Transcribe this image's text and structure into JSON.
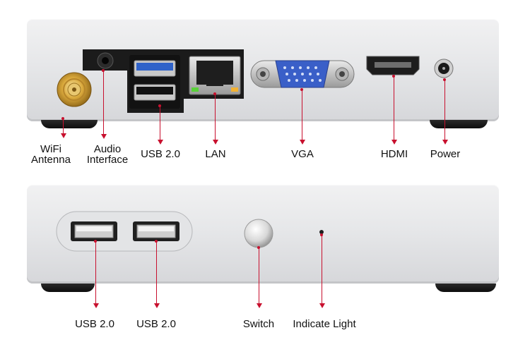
{
  "top_panel": {
    "labels": {
      "wifi": [
        "WiFi",
        "Antenna"
      ],
      "audio": [
        "Audio",
        "Interface"
      ],
      "usb": "USB 2.0",
      "lan": "LAN",
      "vga": "VGA",
      "hdmi": "HDMI",
      "power": "Power"
    }
  },
  "bottom_panel": {
    "labels": {
      "usb_left": "USB 2.0",
      "usb_right": "USB 2.0",
      "switch": "Switch",
      "indicate_light": "Indicate Light"
    }
  },
  "colors": {
    "leader_line": "#c8102e",
    "chassis": "#e6e7e9",
    "usb3_port": "#2f62c9",
    "vga_port": "#3a5fc8",
    "lan_led_green": "#5ad13a",
    "lan_led_amber": "#f2b233"
  },
  "icons": [
    "wifi-antenna-connector",
    "audio-jack",
    "usb-port",
    "lan-port",
    "vga-port",
    "hdmi-port",
    "power-jack",
    "power-switch",
    "indicator-light"
  ]
}
